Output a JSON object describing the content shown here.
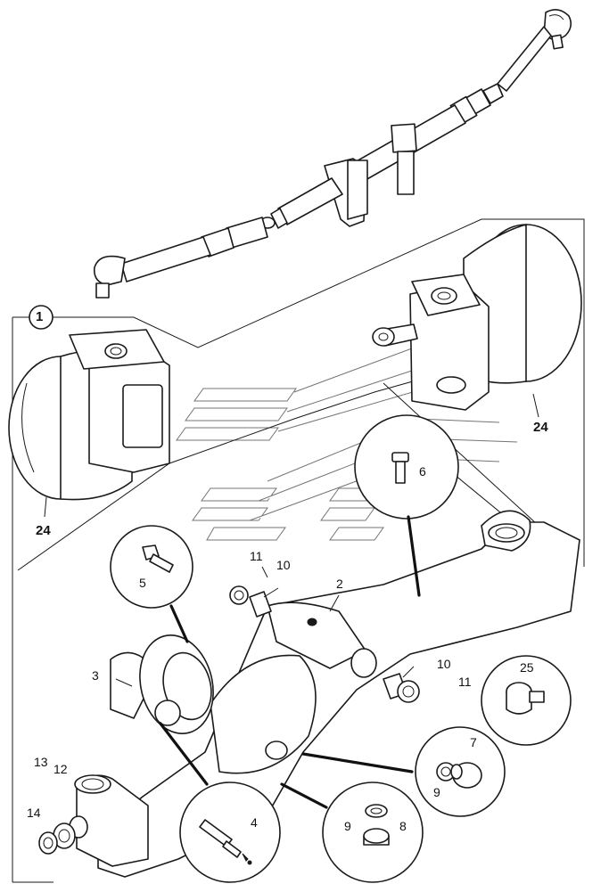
{
  "callouts": {
    "group_1": "1",
    "p24_left": "24",
    "p24_right": "24",
    "p6": "6",
    "p5": "5",
    "p11_top": "11",
    "p10_top": "10",
    "p2": "2",
    "p3": "3",
    "p10_right": "10",
    "p11_right": "11",
    "p25": "25",
    "p7": "7",
    "p9_right": "9",
    "p13": "13",
    "p12": "12",
    "p14": "14",
    "p4": "4",
    "p9_bottom": "9",
    "p8": "8"
  }
}
